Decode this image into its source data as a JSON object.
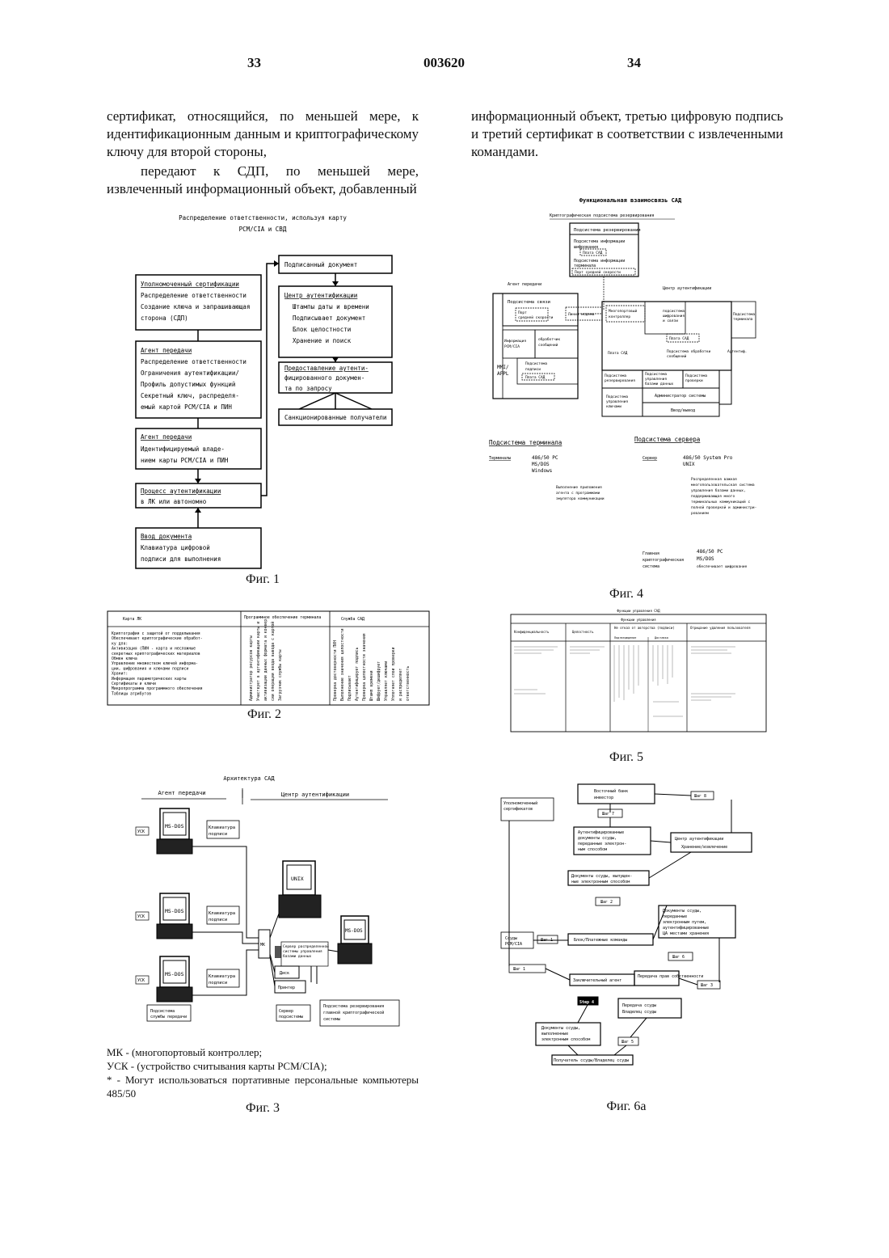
{
  "header": {
    "left_page": "33",
    "patent_number": "003620",
    "right_page": "34"
  },
  "text": {
    "left_col": [
      "сертификат, относящийся, по меньшей мере, к идентификационным данным и криптографическому ключу для второй стороны,",
      "передают к СДП, по меньшей мере, извлеченный информационный объект, добавленный"
    ],
    "right_col": [
      "информационный объект, третью цифровую подпись и третий сертификат в соответствии с извлеченными командами."
    ]
  },
  "fig1": {
    "caption": "Фиг. 1",
    "title1": "Распределение ответственности, используя карту",
    "title2": "PCM/CIA и СВД",
    "box_authorized": [
      "Уполномоченный сертификации",
      "Распределение ответственности",
      "Создание ключа и запрашивающая",
      "сторона (СДП)"
    ],
    "box_agent1": [
      "Агент передачи",
      "Распределение ответственности",
      "Ограничения аутентификации/",
      "Профиль допустимых функций",
      "Секретный ключ, распределя-",
      "емый картой PCM/CIA и ПИН"
    ],
    "box_agent2": [
      "Агент передачи",
      "Идентифицируемый владе-",
      "нием карты PCM/CIA и ПИН"
    ],
    "box_process": [
      "Процесс аутентификации",
      "в ЛК или автономно"
    ],
    "box_input": [
      "Ввод документа",
      "Клавиатура цифровой",
      "подписи для выполнения"
    ],
    "box_signed": [
      "Подписанный документ"
    ],
    "box_center": [
      "Центр аутентификации",
      "Штампы даты и времени",
      "Подписывает документ",
      "Блок целостности",
      "Хранение и поиск"
    ],
    "box_provide": [
      "Предоставление аутенти-",
      "фицированного докумен-",
      "та по запросу"
    ],
    "box_recipients": [
      "Санкционированные получатели"
    ]
  },
  "fig2": {
    "caption": "Фиг. 2",
    "col_headers": [
      "Карта ЛК",
      "Программное обеспечение терминала",
      "Служба САД"
    ],
    "col1_rows": [
      "Криптография с защитой от подделывания",
      "Обеспечивает криптографические обработ-",
      "ку для:",
      "Активизация (ПИН - карта и несложные",
      "секретных криптографических материалов",
      "Обмен ключа",
      "Управление множеством ключей информа-",
      "ции, шифрования и ключами подписи",
      "Хранит:",
      "Информация параметрических карты",
      "Сертификаты и ключи",
      "Микропрограмма программного обеспечения",
      "Таблицы атрибутов"
    ],
    "col2_rows": [
      "Администратор ресурсов карты",
      "Участвует в аутентификации карты и",
      "активизации данных формата и конвер-",
      "сии операции ввода вывода с картой",
      "Загрузчик службы карты"
    ],
    "col3_rows": [
      "Проверка достоверности ПИН",
      "Выполнение значения целостности",
      "Подписывает",
      "Аутентифицирует подпись",
      "Проверка целостности значения",
      "Штамп времени",
      "Шифрует/дешифрует",
      "Управляет ключами",
      "Уплотняет слои проверки",
      "и распределяет",
      "ответственность"
    ]
  },
  "fig3": {
    "caption": "Фиг. 3",
    "title": "Архитектура САД",
    "left_label": "Агент передачи",
    "right_label": "Центр аутентификации",
    "usk": "УСК",
    "msdos": "MS-DOS",
    "unix": "UNIX",
    "mk": "МК",
    "kbd1": [
      "Клавиатура",
      "подписи"
    ],
    "kbd2": [
      "Клавиатура",
      "подписи"
    ],
    "kbd3": [
      "Клавиатура",
      "подписи"
    ],
    "db_server": [
      "Сервер распределенной",
      "системы управления",
      "базами данных"
    ],
    "disk": "Диск",
    "printer": "Принтер",
    "bottom1": [
      "Подсистема",
      "службы передачи"
    ],
    "bottom2": [
      "Сервер",
      "подсистемы"
    ],
    "bottom3": [
      "Подсистема резервирования",
      "главной криптографической",
      "системы"
    ],
    "notes": [
      "МК - (многопортовый контроллер;",
      "УСК - (устройство считывания карты PCM/CIA);",
      "* - Могут использоваться портативные персональные компьютеры 485/50"
    ]
  },
  "fig4": {
    "caption": "Фиг. 4",
    "title": "Функциональная взаимосвязь САД",
    "crypto_backup": "Криптографическая подсистема резервирования",
    "backup_sub": "Подсистема резервирования",
    "info_sub": [
      "Подсистема информации",
      "шифрования"
    ],
    "card_sad": "Плата САД",
    "terminal_info": [
      "Подсистема информации",
      "терминала"
    ],
    "serial_port": "Порт средней скорости",
    "agent_label": "Агент передачи",
    "comm_sub": "Подсистема связи",
    "link_data": "Линия модема",
    "port_speed": [
      "Порт",
      "средней скорости"
    ],
    "multiport": [
      "Многопортовый",
      "контроллер"
    ],
    "auth_center": "Центр аутентификации",
    "crypto_comm": [
      "подсистема",
      "шифрования",
      "и связи"
    ],
    "term": [
      "Подсистема",
      "терминала"
    ],
    "pcmcia": [
      "Информация",
      "PCM/CIA"
    ],
    "msg_proc": [
      "обработчик",
      "сообщений"
    ],
    "mmi": [
      "MMI/",
      "AFPL"
    ],
    "sig_sub": [
      "Подсистема",
      "подписи"
    ],
    "card_sad2": "Плата САД",
    "plata": "Плата САД",
    "msg_sub": [
      "Подсистема обработки",
      "сообщений"
    ],
    "backup": [
      "Подсистема",
      "резервирования"
    ],
    "db_mgmt": [
      "Подсистема",
      "управления",
      "базами данных"
    ],
    "verify": [
      "Подсистема",
      "проверки"
    ],
    "key_mgmt": [
      "Подсистема",
      "управления",
      "ключами"
    ],
    "admin": "Администратор системы",
    "io": "Ввод/вывод",
    "auth_r": "Аутентиф.",
    "term_sub": "Подсистема терминала",
    "server_sub": "Подсистема сервера",
    "terminals": "Терминалы",
    "term_spec": [
      "486/50 PC",
      "MS/DOS",
      "Windows"
    ],
    "server": "Сервер",
    "server_spec": [
      "486/50 System Pro",
      "UNIX"
    ],
    "term_desc": [
      "Выполнение приложения",
      "агента с программами",
      "эмулятора коммуникации"
    ],
    "server_desc": [
      "Распределенная важная",
      "многопользовательская система",
      "управления базами данных,",
      "поддерживающая много",
      "терминальных коммуникаций с",
      "полной проверкой и администри-",
      "рованием"
    ],
    "main_crypto": [
      "Главная",
      "криптографическая",
      "система"
    ],
    "main_spec": [
      "486/50 PC",
      "MS/DOS"
    ],
    "main_desc": "обеспечивает шифрование"
  },
  "fig5": {
    "caption": "Фиг. 5",
    "title": "Функции управления САД",
    "subtitle": "Функции управления",
    "col_headers": [
      "Конфиденциальность",
      "Целостность",
      "Не отказ от авторства (подписи)",
      "Отрицание удаления пользователя"
    ],
    "sub_headers": [
      "Подтверждение",
      "Доставка"
    ]
  },
  "fig6a": {
    "caption": "Фиг. 6а",
    "step4": "Step 4",
    "labels": [
      "Восточный банк",
      "инвестор",
      "Шаг 7",
      "Шаг 8",
      "Аутентифицированные",
      "документы ссуды,",
      "переданные электрон-",
      "ным способом",
      "Центр аутентификации",
      "Хранение/извлечение",
      "Документы ссуды, выпущен-",
      "ные электронным способом",
      "Шаг 2",
      "Шаг 1",
      "Блок/Платежные команды",
      "Уполномоченный",
      "сертификатов",
      "Ссуды",
      "PCM/CIA",
      "Документы ссуды,",
      "переданные",
      "электронным путем,",
      "аутентифицированные",
      "ЦА местами хранения",
      "Шаг 6",
      "Шаг 3",
      "Шаг 1",
      "Заключительный агент",
      "Передача прав собственности",
      "Передача ссуды",
      "Владелец ссуды",
      "Документы ссуды,",
      "выполненные",
      "электронным способом",
      "Шаг 5",
      "Получатель ссуды/Владелец ссуды"
    ]
  }
}
